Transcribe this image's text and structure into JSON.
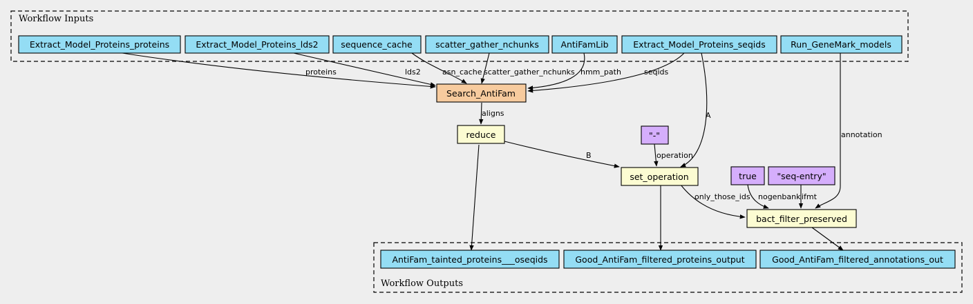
{
  "clusters": {
    "inputs": {
      "label": "Workflow Inputs"
    },
    "outputs": {
      "label": "Workflow Outputs"
    }
  },
  "colors": {
    "input": "#94ddf4",
    "output": "#94ddf4",
    "tool": "#f7cb9e",
    "step": "#fcfcd2",
    "constant": "#d5aefc",
    "background": "#eeeeee"
  },
  "nodes": {
    "in_proteins": {
      "label": "Extract_Model_Proteins_proteins",
      "kind": "input"
    },
    "in_lds2": {
      "label": "Extract_Model_Proteins_lds2",
      "kind": "input"
    },
    "in_seqcache": {
      "label": "sequence_cache",
      "kind": "input"
    },
    "in_nchunks": {
      "label": "scatter_gather_nchunks",
      "kind": "input"
    },
    "in_antifamlib": {
      "label": "AntiFamLib",
      "kind": "input"
    },
    "in_seqids": {
      "label": "Extract_Model_Proteins_seqids",
      "kind": "input"
    },
    "in_genemark": {
      "label": "Run_GeneMark_models",
      "kind": "input"
    },
    "search": {
      "label": "Search_AntiFam",
      "kind": "tool"
    },
    "reduce": {
      "label": "reduce",
      "kind": "step"
    },
    "const_dash": {
      "label": "\"-\"",
      "kind": "constant"
    },
    "setop": {
      "label": "set_operation",
      "kind": "step"
    },
    "const_true": {
      "label": "true",
      "kind": "constant"
    },
    "const_seqentry": {
      "label": "\"seq-entry\"",
      "kind": "constant"
    },
    "bact": {
      "label": "bact_filter_preserved",
      "kind": "step"
    },
    "out_tainted": {
      "label": "AntiFam_tainted_proteins___oseqids",
      "kind": "output"
    },
    "out_proteins": {
      "label": "Good_AntiFam_filtered_proteins_output",
      "kind": "output"
    },
    "out_annot": {
      "label": "Good_AntiFam_filtered_annotations_out",
      "kind": "output"
    }
  },
  "edges": {
    "e_proteins": {
      "label": "proteins"
    },
    "e_lds2": {
      "label": "lds2"
    },
    "e_asncache": {
      "label": "asn_cache"
    },
    "e_nchunks": {
      "label": "scatter_gather_nchunks"
    },
    "e_hmm": {
      "label": "hmm_path"
    },
    "e_seqids": {
      "label": "seqids"
    },
    "e_aligns": {
      "label": "aligns"
    },
    "e_A": {
      "label": "A"
    },
    "e_B": {
      "label": "B"
    },
    "e_operation": {
      "label": "operation"
    },
    "e_annotation": {
      "label": "annotation"
    },
    "e_onlyids": {
      "label": "only_those_ids"
    },
    "e_nogenbank": {
      "label": "nogenbank"
    },
    "e_ifmt": {
      "label": "ifmt"
    },
    "e_tainted": {
      "label": ""
    },
    "e_goodprot": {
      "label": ""
    },
    "e_goodannot": {
      "label": ""
    }
  }
}
